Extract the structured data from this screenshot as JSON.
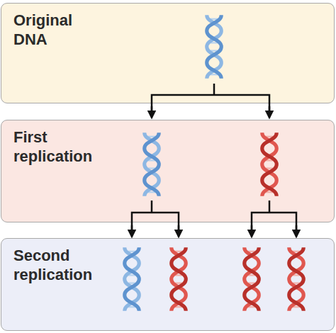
{
  "diagram": {
    "nodes": [
      {
        "text": [
          "Original DNA"
        ]
      },
      {
        "text": [
          "First replication"
        ]
      },
      {
        "text": [
          "Second replication"
        ]
      }
    ]
  }
}
